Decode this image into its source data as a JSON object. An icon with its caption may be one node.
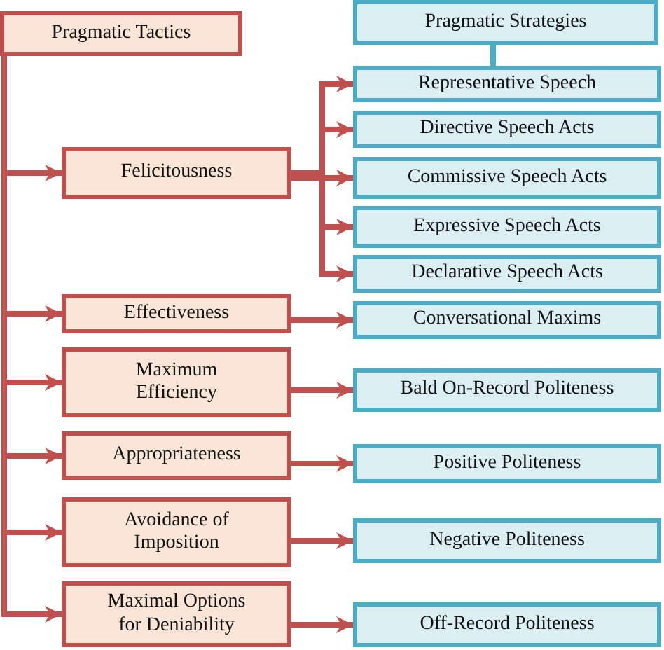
{
  "diagram": {
    "nodes": [
      {
        "text": [
          "Pragmatic Tactics"
        ]
      },
      {
        "text": [
          "Pragmatic Strategies"
        ]
      },
      {
        "text": [
          "Representative Speech"
        ]
      },
      {
        "text": [
          "Directive Speech Acts"
        ]
      },
      {
        "text": [
          "Felicitousness"
        ]
      },
      {
        "text": [
          "Commissive Speech Acts"
        ]
      },
      {
        "text": [
          "Expressive Speech Acts"
        ]
      },
      {
        "text": [
          "Declarative Speech Acts"
        ]
      },
      {
        "text": [
          "Effectiveness"
        ]
      },
      {
        "text": [
          "Conversational Maxims"
        ]
      },
      {
        "text": [
          "Maximum Efficiency"
        ]
      },
      {
        "text": [
          "Bald On-Record Politeness"
        ]
      },
      {
        "text": [
          "Appropriateness"
        ]
      },
      {
        "text": [
          "Positive Politeness"
        ]
      },
      {
        "text": [
          "Avoidance of Imposition"
        ]
      },
      {
        "text": [
          "Negative Politeness"
        ]
      },
      {
        "text": [
          "Maximal Options for Deniability"
        ]
      },
      {
        "text": [
          "Off-Record Politeness"
        ]
      }
    ],
    "edges": [
      {
        "from": 1,
        "to": 2,
        "arrow": "none",
        "color": "#4bacc6"
      },
      {
        "from": 0,
        "to": 4,
        "arrow": "to"
      },
      {
        "from": 0,
        "to": 8,
        "arrow": "to"
      },
      {
        "from": 0,
        "to": 10,
        "arrow": "to"
      },
      {
        "from": 0,
        "to": 12,
        "arrow": "to"
      },
      {
        "from": 0,
        "to": 14,
        "arrow": "to"
      },
      {
        "from": 0,
        "to": 16,
        "arrow": "to"
      },
      {
        "from": 4,
        "to": 2,
        "arrow": "to"
      },
      {
        "from": 4,
        "to": 3,
        "arrow": "to"
      },
      {
        "from": 4,
        "to": 5,
        "arrow": "to"
      },
      {
        "from": 4,
        "to": 6,
        "arrow": "to"
      },
      {
        "from": 4,
        "to": 7,
        "arrow": "to"
      },
      {
        "from": 8,
        "to": 9,
        "arrow": "to"
      },
      {
        "from": 10,
        "to": 11,
        "arrow": "to"
      },
      {
        "from": 12,
        "to": 13,
        "arrow": "to"
      },
      {
        "from": 14,
        "to": 15,
        "arrow": "to"
      },
      {
        "from": 16,
        "to": 17,
        "arrow": "to"
      }
    ]
  }
}
